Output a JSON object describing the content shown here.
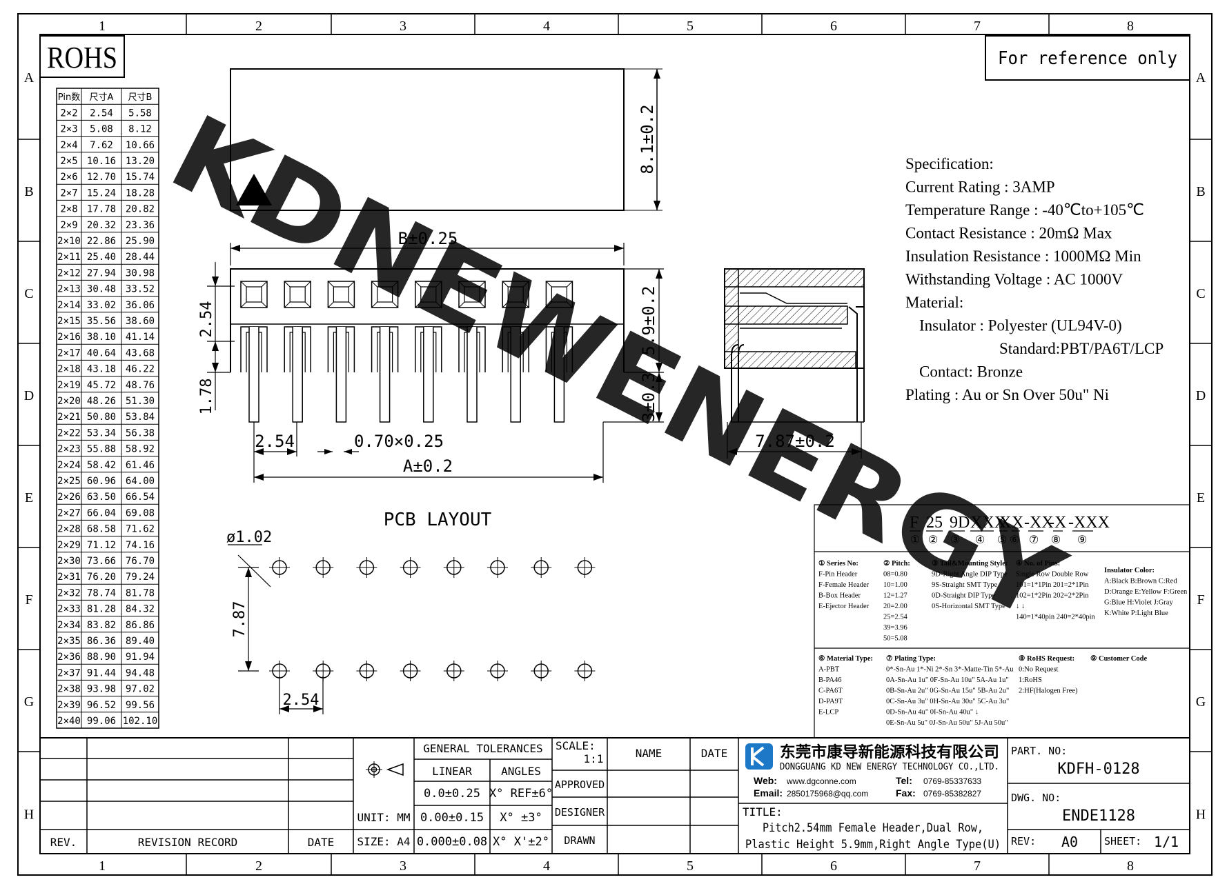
{
  "frame": {
    "col_labels": [
      "1",
      "2",
      "3",
      "4",
      "5",
      "6",
      "7",
      "8"
    ],
    "row_labels": [
      "A",
      "B",
      "C",
      "D",
      "E",
      "F",
      "G",
      "H"
    ]
  },
  "rohs": "ROHS",
  "reference_note": "For reference only",
  "pin_table": {
    "headers": [
      "Pin数",
      "尺寸A",
      "尺寸B"
    ],
    "rows": [
      [
        "2×2",
        "2.54",
        "5.58"
      ],
      [
        "2×3",
        "5.08",
        "8.12"
      ],
      [
        "2×4",
        "7.62",
        "10.66"
      ],
      [
        "2×5",
        "10.16",
        "13.20"
      ],
      [
        "2×6",
        "12.70",
        "15.74"
      ],
      [
        "2×7",
        "15.24",
        "18.28"
      ],
      [
        "2×8",
        "17.78",
        "20.82"
      ],
      [
        "2×9",
        "20.32",
        "23.36"
      ],
      [
        "2×10",
        "22.86",
        "25.90"
      ],
      [
        "2×11",
        "25.40",
        "28.44"
      ],
      [
        "2×12",
        "27.94",
        "30.98"
      ],
      [
        "2×13",
        "30.48",
        "33.52"
      ],
      [
        "2×14",
        "33.02",
        "36.06"
      ],
      [
        "2×15",
        "35.56",
        "38.60"
      ],
      [
        "2×16",
        "38.10",
        "41.14"
      ],
      [
        "2×17",
        "40.64",
        "43.68"
      ],
      [
        "2×18",
        "43.18",
        "46.22"
      ],
      [
        "2×19",
        "45.72",
        "48.76"
      ],
      [
        "2×20",
        "48.26",
        "51.30"
      ],
      [
        "2×21",
        "50.80",
        "53.84"
      ],
      [
        "2×22",
        "53.34",
        "56.38"
      ],
      [
        "2×23",
        "55.88",
        "58.92"
      ],
      [
        "2×24",
        "58.42",
        "61.46"
      ],
      [
        "2×25",
        "60.96",
        "64.00"
      ],
      [
        "2×26",
        "63.50",
        "66.54"
      ],
      [
        "2×27",
        "66.04",
        "69.08"
      ],
      [
        "2×28",
        "68.58",
        "71.62"
      ],
      [
        "2×29",
        "71.12",
        "74.16"
      ],
      [
        "2×30",
        "73.66",
        "76.70"
      ],
      [
        "2×31",
        "76.20",
        "79.24"
      ],
      [
        "2×32",
        "78.74",
        "81.78"
      ],
      [
        "2×33",
        "81.28",
        "84.32"
      ],
      [
        "2×34",
        "83.82",
        "86.86"
      ],
      [
        "2×35",
        "86.36",
        "89.40"
      ],
      [
        "2×36",
        "88.90",
        "91.94"
      ],
      [
        "2×37",
        "91.44",
        "94.48"
      ],
      [
        "2×38",
        "93.98",
        "97.02"
      ],
      [
        "2×39",
        "96.52",
        "99.56"
      ],
      [
        "2×40",
        "99.06",
        "102.10"
      ]
    ]
  },
  "dims": {
    "height_top": "8.1±0.2",
    "b": "B±0.25",
    "pitch_v": "2.54",
    "tail_v": "1.78",
    "height_front": "5.9±0.2",
    "tail_len": "3±0.3",
    "pitch_h": "2.54",
    "pin_size": "0.70×0.25",
    "a": "A±0.2",
    "side_w": "7.87±0.2"
  },
  "pcb": {
    "title": "PCB LAYOUT",
    "hole": "ø1.02",
    "row_gap": "7.87",
    "pitch": "2.54"
  },
  "watermark": "KDNEWENERGY",
  "spec": {
    "lines": [
      "Specification:",
      "Current Rating : 3AMP",
      "Temperature Range : -40℃to+105℃",
      "Contact Resistance : 20mΩ Max",
      "Insulation Resistance : 1000MΩ Min",
      "Withstanding Voltage : AC 1000V",
      "Material:",
      "Insulator : Polyester (UL94V-0)",
      "Standard:PBT/PA6T/LCP",
      "Contact: Bronze",
      "Plating : Au or Sn Over 50u\" Ni"
    ]
  },
  "part_code": {
    "segments": [
      "F",
      "25",
      "9D",
      "XXX",
      "X",
      "X",
      "-XX",
      "-X",
      "-XXX"
    ],
    "circles": [
      "①",
      "②",
      "③",
      "④",
      "⑤",
      "⑥",
      "⑦",
      "⑧",
      "⑨"
    ],
    "blocks": [
      [
        "① Series No:",
        "F-Pin Header",
        "F-Female Header",
        "B-Box Header",
        "E-Ejector Header"
      ],
      [
        "② Pitch:",
        "08=0.80",
        "10=1.00",
        "12=1.27",
        "20=2.00",
        "25=2.54",
        "39=3.96",
        "50=5.08"
      ],
      [
        "③ Tail&Mounting Style:",
        "9D-Right Angle DIP Type",
        "9S-Straight SMT Type",
        "0D-Straight DIP Type",
        "0S-Horizontal SMT Type"
      ],
      [
        "④ No. of Pins:",
        "Single Row    Double Row",
        "101=1*1Pin    201=2*1Pin",
        "102=1*2Pin    202=2*2Pin",
        "  ↓              ↓",
        "140=1*40pin  240=2*40pin"
      ],
      [
        "Insulator Color:",
        "A:Black  B:Brown  C:Red",
        "D:Orange E:Yellow F:Green",
        "G:Blue    H:Violet  J:Gray",
        "K:White  P:Light Blue"
      ],
      [
        "⑥ Material Type:",
        "A-PBT",
        "B-PA46",
        "C-PA6T",
        "D-PA9T",
        "E-LCP"
      ],
      [
        "⑦ Plating Type:",
        "0*-Sn-Au  1*-Ni  2*-Sn  3*-Matte-Tin  5*-Au",
        "0A-Sn-Au 1u\"  0F-Sn-Au 10u\"  5A-Au 1u\"",
        "0B-Sn-Au 2u\"  0G-Sn-Au 15u\"  5B-Au 2u\"",
        "0C-Sn-Au 3u\"  0H-Sn-Au 30u\"  5C-Au 3u\"",
        "0D-Sn-Au 4u\"  0I-Sn-Au 40u\"    ↓",
        "0E-Sn-Au 5u\"  0J-Sn-Au 50u\"  5J-Au 50u\""
      ],
      [
        "⑧ RoHS Request:",
        "0:No Request",
        "1:RoHS",
        "2:HF(Halogen Free)"
      ],
      [
        "⑨ Customer Code"
      ]
    ]
  },
  "title_block": {
    "general_tolerances": "GENERAL TOLERANCES",
    "linear": "LINEAR",
    "angles": "ANGLES",
    "lin1": "0.0±0.25",
    "lin2": "0.00±0.15",
    "lin3": "0.000±0.08",
    "ang1": "X° REF±6°",
    "ang2": "X° ±3°",
    "ang3": "X° X'±2°",
    "unit": "UNIT: MM",
    "size": "SIZE: A4",
    "scale_label": "SCALE:",
    "scale_value": "1:1",
    "name": "NAME",
    "date": "DATE",
    "approved": "APPROVED",
    "designer": "DESIGNER",
    "drawn": "DRAWN",
    "rev": "REV.",
    "revision_record": "REVISION RECORD",
    "date2": "DATE",
    "company_cn": "东莞市康导新能源科技有限公司",
    "company_en": "DONGGUANG KD NEW ENERGY TECHNOLOGY CO.,LTD.",
    "web_label": "Web:",
    "web": "www.dgconne.com",
    "email_label": "Email:",
    "email": "2850175968@qq.com",
    "tel_label": "Tel:",
    "tel": "0769-85337633",
    "fax_label": "Fax:",
    "fax": "0769-85382827",
    "title_label": "TITLE:",
    "title_line1": "Pitch2.54mm Female Header,Dual Row,",
    "title_line2": "Plastic Height 5.9mm,Right Angle Type(U)",
    "part_no_label": "PART. NO:",
    "part_no": "KDFH-0128",
    "dwg_no_label": "DWG. NO:",
    "dwg_no": "ENDE1128",
    "rev_label": "REV:",
    "rev_value": "A0",
    "sheet_label": "SHEET:",
    "sheet_value": "1/1"
  },
  "colors": {
    "watermark": "#22e6f0",
    "logo": "#1e78c8"
  }
}
